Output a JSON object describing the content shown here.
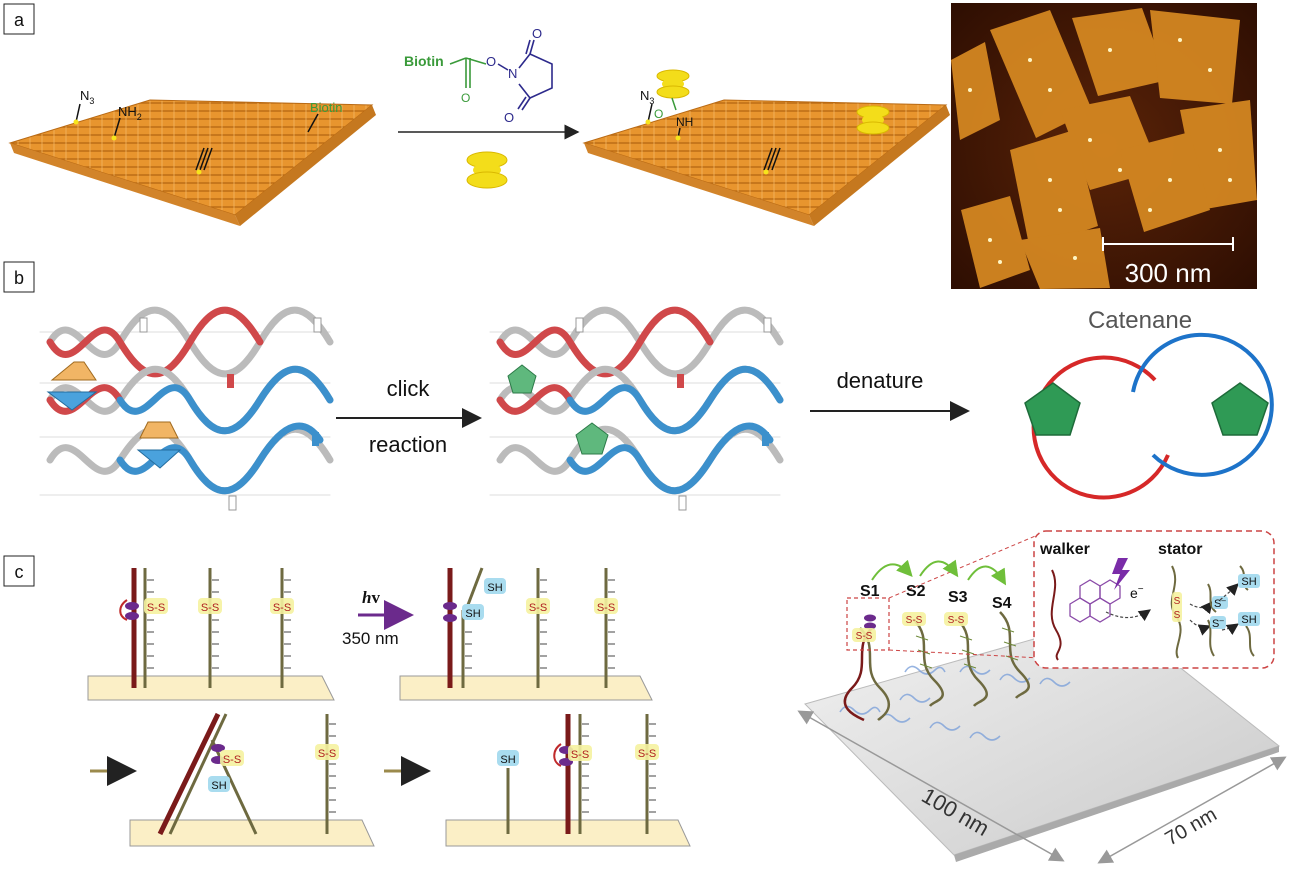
{
  "panel_labels": {
    "a": "a",
    "b": "b",
    "c": "c"
  },
  "panel_a": {
    "n3": "N",
    "n3_sub": "3",
    "nh2": "NH",
    "nh2_sub": "2",
    "biotin_label": "Biotin",
    "reagent_biotin": "Biotin",
    "reagent_o": "O",
    "reagent_n": "N",
    "reagent_o_top": "O",
    "reagent_o_bottom": "O",
    "reagent_o_carbonyl": "O",
    "product_n3": "N",
    "product_n3_sub": "3",
    "product_nh": "NH",
    "product_o": "O",
    "scale_bar": "300 nm"
  },
  "panel_b": {
    "step1_line1": "click",
    "step1_line2": "reaction",
    "step2": "denature",
    "product_title": "Catenane"
  },
  "panel_c": {
    "ss": "S-S",
    "sh": "SH",
    "hv_h": "h",
    "hv_v": "v",
    "wavelength": "350 nm",
    "s1": "S1",
    "s2": "S2",
    "s3": "S3",
    "s4": "S4",
    "walker": "walker",
    "stator": "stator",
    "electron": "e",
    "electron_sup": "−",
    "s_minus": "S",
    "s_minus_sup": "–",
    "dim_100": "100 nm",
    "dim_70": "70 nm"
  },
  "colors": {
    "origami": "#e8952e",
    "streptavidin": "#f3dd1a",
    "biotin_green": "#3a9a3a",
    "reagent_blue": "#2d2a8c",
    "red_strand": "#d0484a",
    "blue_strand": "#3c90cc",
    "pentagon": "#2f9a55",
    "catenane_red": "#d62828",
    "catenane_blue": "#1d73c9",
    "surface": "#fbefc6",
    "arrow_olive": "#9b8a4c",
    "purple": "#6b2a8c",
    "afm_dark": "#3b1504",
    "afm_orange": "#d88a22"
  }
}
